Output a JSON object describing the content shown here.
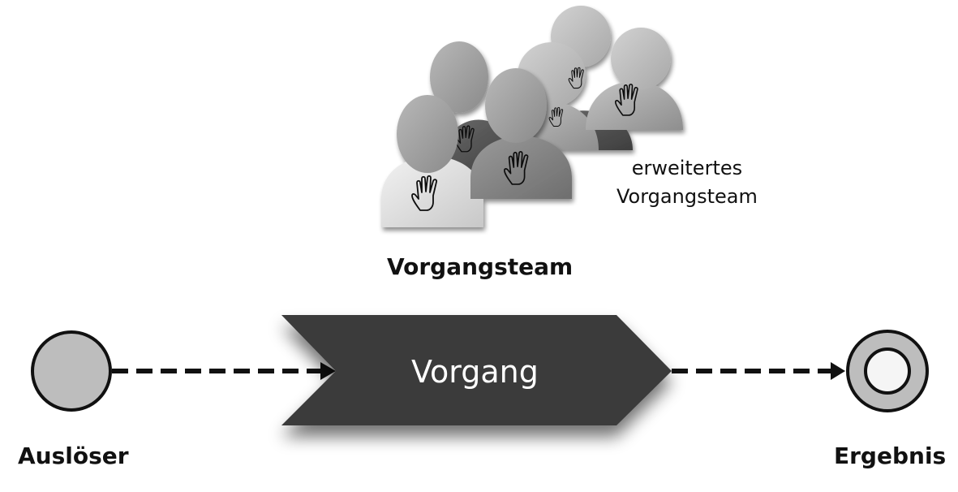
{
  "diagram": {
    "trigger": {
      "label": "Auslöser",
      "fill": "#bdbdbd"
    },
    "process": {
      "label": "Vorgang",
      "fill": "#3a3a3a",
      "text_color": "#ffffff"
    },
    "result": {
      "label": "Ergebnis",
      "ring_fill": "#bdbdbd",
      "inner_fill": "#f5f5f5"
    },
    "core_team": {
      "label": "Vorgangsteam"
    },
    "extended_team": {
      "label_line1": "erweitertes",
      "label_line2": "Vorgangsteam"
    },
    "icons": [
      "person-icon",
      "hand-icon",
      "dashed-arrow-icon"
    ]
  }
}
